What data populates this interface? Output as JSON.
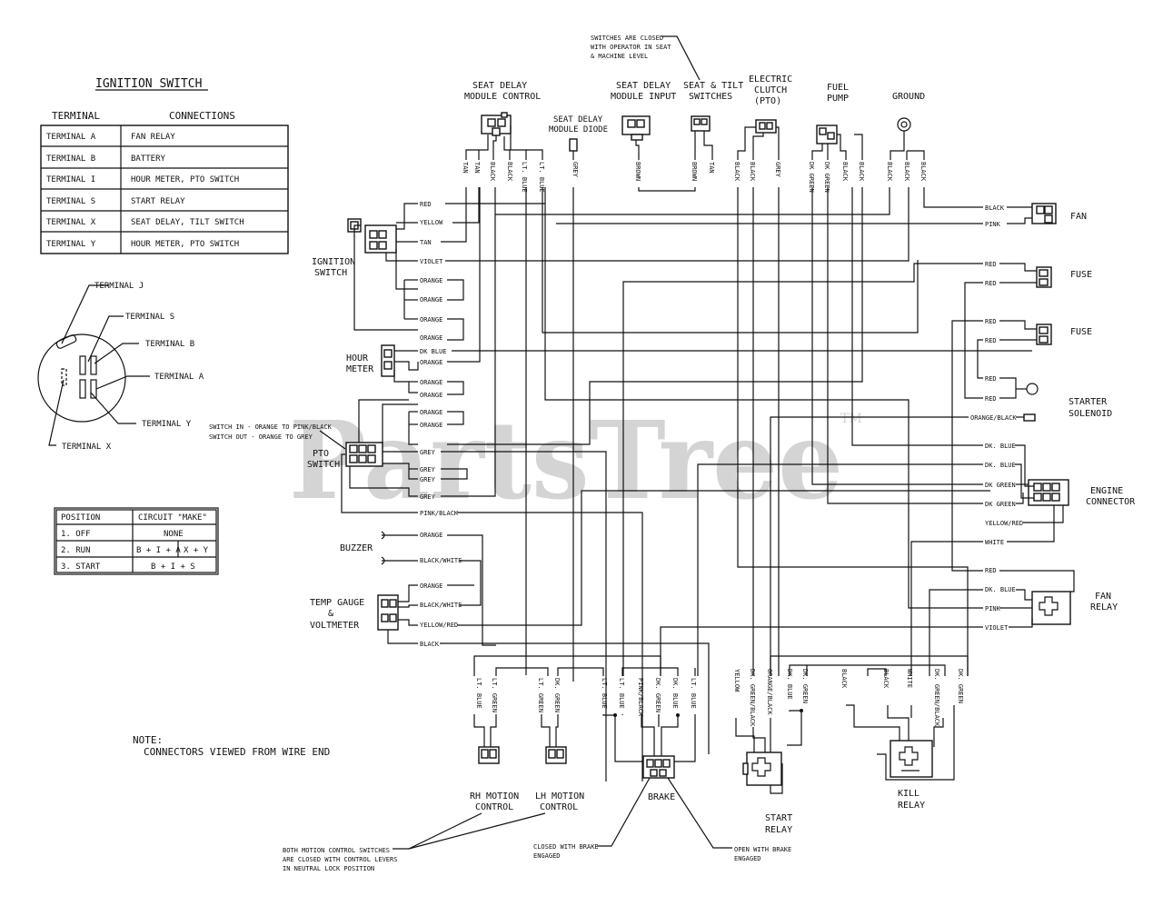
{
  "watermark": {
    "brand": "PartsTree",
    "tm": "TM"
  },
  "ignition_table": {
    "title": "IGNITION SWITCH",
    "headers": [
      "TERMINAL",
      "CONNECTIONS"
    ],
    "rows": [
      [
        "TERMINAL  A",
        "FAN RELAY"
      ],
      [
        "TERMINAL  B",
        "BATTERY"
      ],
      [
        "TERMINAL  I",
        "HOUR METER, PTO SWITCH"
      ],
      [
        "TERMINAL  S",
        "START RELAY"
      ],
      [
        "TERMINAL  X",
        "SEAT DELAY, TILT SWITCH"
      ],
      [
        "TERMINAL  Y",
        "HOUR METER, PTO SWITCH"
      ]
    ]
  },
  "switch_terminals": [
    "TERMINAL J",
    "TERMINAL S",
    "TERMINAL B",
    "TERMINAL A",
    "TERMINAL Y",
    "TERMINAL X"
  ],
  "position_table": {
    "headers": [
      "POSITION",
      "CIRCUIT \"MAKE\""
    ],
    "rows": [
      [
        "1.  OFF",
        "NONE",
        ""
      ],
      [
        "2.  RUN",
        "B + I + A",
        "X + Y"
      ],
      [
        "3.  START",
        "B + I + S",
        ""
      ]
    ]
  },
  "note": {
    "line1": "NOTE:",
    "line2": "CONNECTORS VIEWED FROM WIRE END"
  },
  "top_note": [
    "SWITCHES ARE CLOSED",
    "WITH OPERATOR IN SEAT",
    "& MACHINE LEVEL"
  ],
  "components": {
    "seat_delay": [
      "SEAT DELAY",
      "MODULE CONTROL"
    ],
    "seat_diode": [
      "SEAT DELAY",
      "MODULE DIODE"
    ],
    "seat_input": [
      "SEAT DELAY",
      "MODULE INPUT"
    ],
    "seat_tilt": [
      "SEAT & TILT",
      "SWITCHES"
    ],
    "clutch": [
      "ELECTRIC",
      "CLUTCH",
      "(PTO)"
    ],
    "fuel": [
      "FUEL",
      "PUMP"
    ],
    "ground": "GROUND",
    "ignition": [
      "IGNITION",
      "SWITCH"
    ],
    "hour_meter": [
      "HOUR",
      "METER"
    ],
    "pto_switch": [
      "PTO",
      "SWITCH"
    ],
    "pto_note": [
      "SWITCH IN - ORANGE TO PINK/BLACK",
      "SWITCH OUT - ORANGE TO GREY"
    ],
    "buzzer": "BUZZER",
    "temp_gauge": [
      "TEMP GAUGE",
      "&",
      "VOLTMETER"
    ],
    "fan": "FAN",
    "fuse1": "FUSE",
    "fuse2": "FUSE",
    "starter": [
      "STARTER",
      "SOLENOID"
    ],
    "engine": [
      "ENGINE",
      "CONNECTOR"
    ],
    "fan_relay": [
      "FAN",
      "RELAY"
    ],
    "rh_motion": [
      "RH MOTION",
      "CONTROL"
    ],
    "lh_motion": [
      "LH MOTION",
      "CONTROL"
    ],
    "brake": "BRAKE",
    "start_relay": [
      "START",
      "RELAY"
    ],
    "kill_relay": [
      "KILL",
      "RELAY"
    ],
    "motion_note": [
      "BOTH MOTION CONTROL SWITCHES",
      "ARE CLOSED WITH CONTROL LEVERS",
      "IN NEUTRAL LOCK POSITION"
    ],
    "brake_closed": [
      "CLOSED WITH BRAKE",
      "ENGAGED"
    ],
    "brake_open": [
      "OPEN WITH BRAKE",
      "ENGAGED"
    ]
  },
  "wire_labels": {
    "ignition": [
      "RED",
      "YELLOW",
      "TAN",
      "VIOLET",
      "ORANGE",
      "ORANGE",
      "ORANGE",
      "ORANGE"
    ],
    "hour": [
      "DK BLUE",
      "ORANGE",
      "ORANGE"
    ],
    "pto": [
      "ORANGE",
      "ORANGE",
      "ORANGE",
      "GREY",
      "GREY",
      "GREY",
      "GREY"
    ],
    "mid": [
      "PINK/BLACK",
      "ORANGE",
      "BLACK/WHITE",
      "ORANGE",
      "BLACK/WHITE",
      "YELLOW/RED",
      "BLACK"
    ],
    "right": [
      "BLACK",
      "PINK",
      "RED",
      "RED",
      "RED",
      "RED",
      "RED",
      "RED",
      "ORANGE/BLACK",
      "DK. BLUE",
      "DK. BLUE",
      "DK GREEN",
      "DK GREEN",
      "YELLOW/RED",
      "WHITE",
      "RED",
      "DK. BLUE",
      "PINK",
      "VIOLET"
    ],
    "top": [
      "TAN",
      "TAN",
      "BLACK",
      "BLACK",
      "LT. BLUE",
      "LT. BLUE",
      "GREY",
      "BROWN",
      "BROWN",
      "TAN",
      "BLACK",
      "BLACK",
      "GREY",
      "DK GREEN",
      "DK GREEN",
      "BLACK",
      "BLACK",
      "BLACK",
      "BLACK",
      "BLACK"
    ],
    "bottom": [
      "LT. BLUE",
      "LT. GREEN",
      "LT. GREEN",
      "DK. GREEN",
      "LT. BLUE",
      "LT. BLUE",
      "PINK/BLACK",
      "DK. GREEN",
      "DK. BLUE",
      "LT. BLUE",
      "YELLOW",
      "DK. GREEN/BLACK",
      "ORANGE/BLACK",
      "DK. BLUE",
      "DK. GREEN",
      "BLACK",
      "BLACK",
      "WHITE",
      "DK. GREEN/BLACK",
      "DK. GREEN"
    ]
  }
}
